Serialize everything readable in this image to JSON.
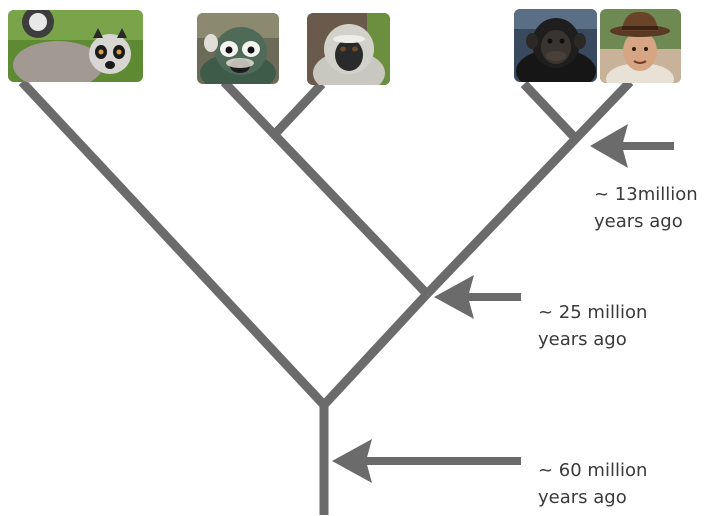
{
  "taxa": [
    {
      "icon": "ring-tailed-lemur-photo-icon"
    },
    {
      "icon": "squirrel-monkey-photo-icon"
    },
    {
      "icon": "vervet-monkey-photo-icon"
    },
    {
      "icon": "chimpanzee-photo-icon"
    },
    {
      "icon": "human-photo-icon"
    }
  ],
  "divergences": [
    {
      "line1": "~ 13million",
      "line2": "years ago"
    },
    {
      "line1": "~ 25 million",
      "line2": "years ago"
    },
    {
      "line1": "~ 60 million",
      "line2": "years ago"
    }
  ],
  "colors": {
    "branch": "#6b6b6b",
    "arrow": "#6b6b6b",
    "text": "#3a3a3a"
  }
}
